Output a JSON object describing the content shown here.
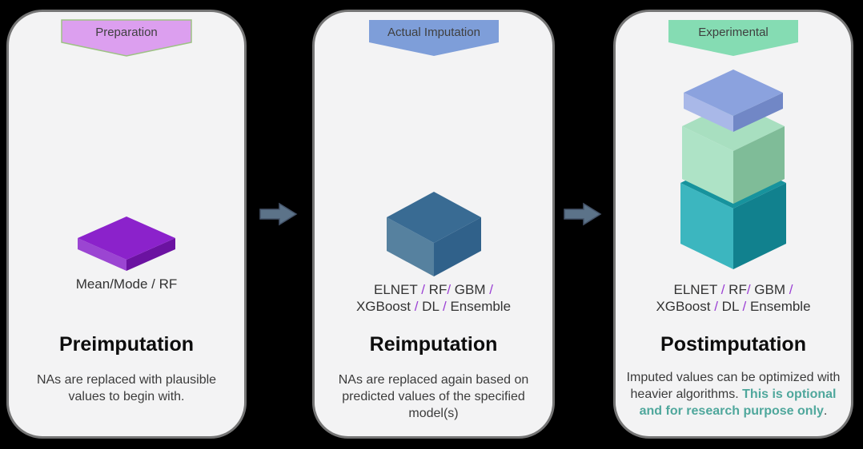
{
  "colors": {
    "background": "#000000",
    "card-bg": "#f3f3f4",
    "card-border": "#757575",
    "banner-text": "#3f3f3f",
    "heading": "#0d0d0d",
    "body-text": "#3b3b3b",
    "model-text": "#333333",
    "slash": "#9b3fd4",
    "highlight": "#4fa79c",
    "arrow-fill": "#5c7389",
    "arrow-stroke": "#45546a"
  },
  "panels": [
    {
      "banner": {
        "label": "Preparation",
        "fill": "#dc9fef",
        "stroke": "#9dc284"
      },
      "graphic": {
        "name": "purple-flat-box",
        "top": "#8b22cb",
        "left": "#9b45d2",
        "right": "#6b12a1"
      },
      "models_line1": "Mean/Mode / RF",
      "title": "Preimputation",
      "description": "NAs are replaced with plausible values to begin with."
    },
    {
      "banner": {
        "label": "Actual Imputation",
        "fill": "#7e9ed9",
        "stroke": "none"
      },
      "graphic": {
        "name": "blue-cube",
        "top": "#396b93",
        "left": "#56819f",
        "right": "#30618a"
      },
      "models_line1": "ELNET / RF/ GBM /",
      "models_line2": "XGBoost / DL / Ensemble",
      "title": "Reimputation",
      "description": "NAs are replaced again based on predicted values of the specified model(s)"
    },
    {
      "banner": {
        "label": "Experimental",
        "fill": "#85dcb3",
        "stroke": "none"
      },
      "graphic": {
        "name": "stacked-cubes",
        "blue": {
          "top": "#8ba2de",
          "left": "#a9b8e8",
          "right": "#7187c6"
        },
        "green": {
          "top": "#a8dfc0",
          "left": "#aee3c6",
          "right": "#7fbc98"
        },
        "teal": {
          "top": "#17939d",
          "left": "#3cb6bf",
          "right": "#11818e"
        }
      },
      "models_line1": "ELNET / RF/ GBM /",
      "models_line2": "XGBoost / DL / Ensemble",
      "title": "Postimputation",
      "description_plain": "Imputed values can be optimized with heavier algorithms. ",
      "description_highlight": "This is optional and for research purpose only",
      "description_end": "."
    }
  ]
}
